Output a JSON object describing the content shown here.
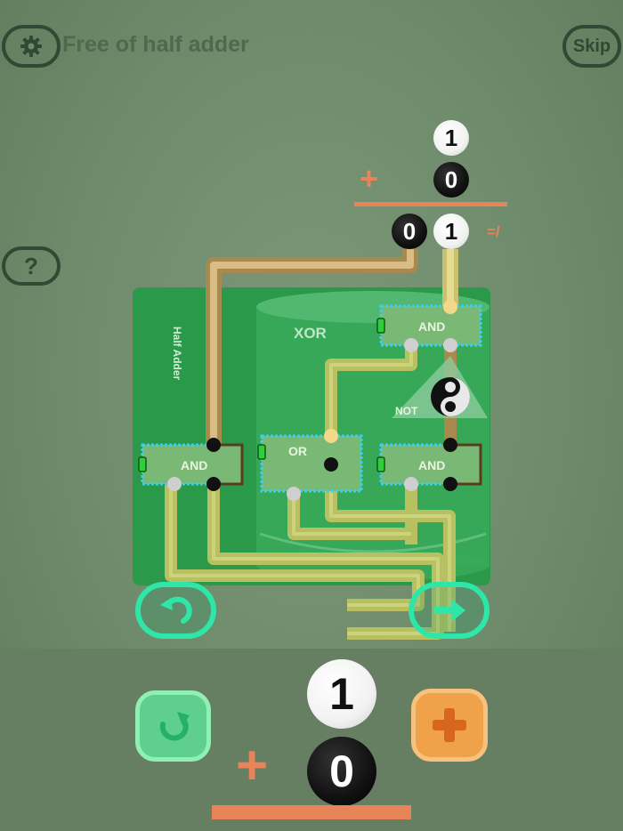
{
  "header": {
    "title": "Free of half adder",
    "skip_label": "Skip",
    "help_label": "?"
  },
  "equation": {
    "operand_top": "1",
    "operand_bottom": "0",
    "operator": "+",
    "result_digits": [
      "0",
      "1"
    ],
    "compare_mark": "=/"
  },
  "board": {
    "module_label": "Half Adder",
    "xor_label": "XOR",
    "gates": {
      "and_top": "AND",
      "and_left": "AND",
      "or_gate": "OR",
      "and_right": "AND",
      "not_gate": "NOT"
    }
  },
  "controls": {
    "reset_icon": "undo-icon",
    "go_icon": "arrow-right-icon",
    "redo_icon": "redo-icon",
    "add_icon": "plus-icon"
  },
  "bottom_tray": {
    "input_top": "1",
    "input_bottom": "0",
    "operator": "+"
  },
  "colors": {
    "accent_orange": "#e8835a",
    "accent_mint": "#2fe6a9",
    "board_green": "#2a9a4a",
    "wire_blue": "#3ad1f0"
  }
}
